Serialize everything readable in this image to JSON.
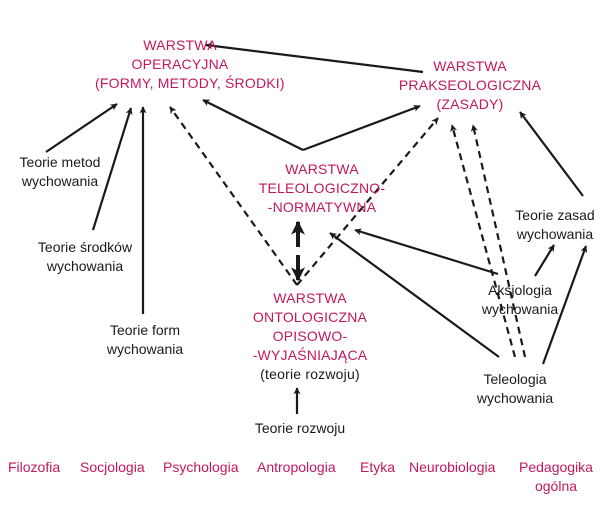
{
  "colors": {
    "layer_text": "#c2185b",
    "theory_text": "#1a1a1a",
    "arrow": "#1a1a1a",
    "background": "#ffffff"
  },
  "layers": {
    "operacyjna": {
      "lines": [
        "WARSTWA",
        "OPERACYJNA",
        "(FORMY, METODY, ŚRODKI)"
      ]
    },
    "prakseologiczna": {
      "lines": [
        "WARSTWA",
        "PRAKSEOLOGICZNA",
        "(ZASADY)"
      ]
    },
    "teleologiczno": {
      "lines": [
        "WARSTWA",
        "TELEOLOGICZNO-",
        "-NORMATYWNA"
      ]
    },
    "ontologiczna": {
      "lines": [
        "WARSTWA",
        "ONTOLOGICZNA",
        "OPISOWO-",
        "-WYJAŚNIAJĄCA"
      ],
      "note": "(teorie rozwoju)"
    }
  },
  "theories": {
    "metod": {
      "lines": [
        "Teorie metod",
        "wychowania"
      ]
    },
    "srodkow": {
      "lines": [
        "Teorie środków",
        "wychowania"
      ]
    },
    "form": {
      "lines": [
        "Teorie form",
        "wychowania"
      ]
    },
    "rozwoju": {
      "lines": [
        "Teorie rozwoju"
      ]
    },
    "zasad": {
      "lines": [
        "Teorie zasad",
        "wychowania"
      ]
    },
    "aksjologia": {
      "lines": [
        "Aksjologia",
        "wychowania"
      ]
    },
    "teleologia": {
      "lines": [
        "Teleologia",
        "wychowania"
      ]
    }
  },
  "disciplines": [
    {
      "lines": [
        "Filozofia"
      ]
    },
    {
      "lines": [
        "Socjologia"
      ]
    },
    {
      "lines": [
        "Psychologia"
      ]
    },
    {
      "lines": [
        "Antropologia"
      ]
    },
    {
      "lines": [
        "Etyka"
      ]
    },
    {
      "lines": [
        "Neurobiologia"
      ]
    },
    {
      "lines": [
        "Pedagogika",
        "ogólna"
      ]
    }
  ],
  "edges": [
    {
      "from": "prakseologiczna",
      "to": "operacyjna",
      "style": "solid"
    },
    {
      "from": "teleologiczno",
      "to": "operacyjna",
      "style": "solid"
    },
    {
      "from": "teleologiczno",
      "to": "prakseologiczna",
      "style": "solid"
    },
    {
      "from": "metod",
      "to": "operacyjna",
      "style": "solid"
    },
    {
      "from": "srodkow",
      "to": "operacyjna",
      "style": "solid"
    },
    {
      "from": "form",
      "to": "operacyjna",
      "style": "solid"
    },
    {
      "from": "ontologiczna",
      "to": "operacyjna",
      "style": "dashed"
    },
    {
      "from": "ontologiczna",
      "to": "prakseologiczna",
      "style": "dashed"
    },
    {
      "from": "ontologiczna",
      "to": "teleologiczno",
      "style": "double-headed"
    },
    {
      "from": "rozwoju",
      "to": "ontologiczna",
      "style": "solid"
    },
    {
      "from": "zasad",
      "to": "prakseologiczna",
      "style": "solid"
    },
    {
      "from": "aksjologia",
      "to": "zasad",
      "style": "solid"
    },
    {
      "from": "teleologia",
      "to": "zasad",
      "style": "solid"
    },
    {
      "from": "aksjologia",
      "to": "teleologiczno",
      "style": "solid"
    },
    {
      "from": "teleologia",
      "to": "teleologiczno",
      "style": "solid"
    },
    {
      "from": "aksjologia",
      "to": "prakseologiczna",
      "style": "dashed"
    },
    {
      "from": "teleologia",
      "to": "prakseologiczna",
      "style": "dashed"
    }
  ]
}
